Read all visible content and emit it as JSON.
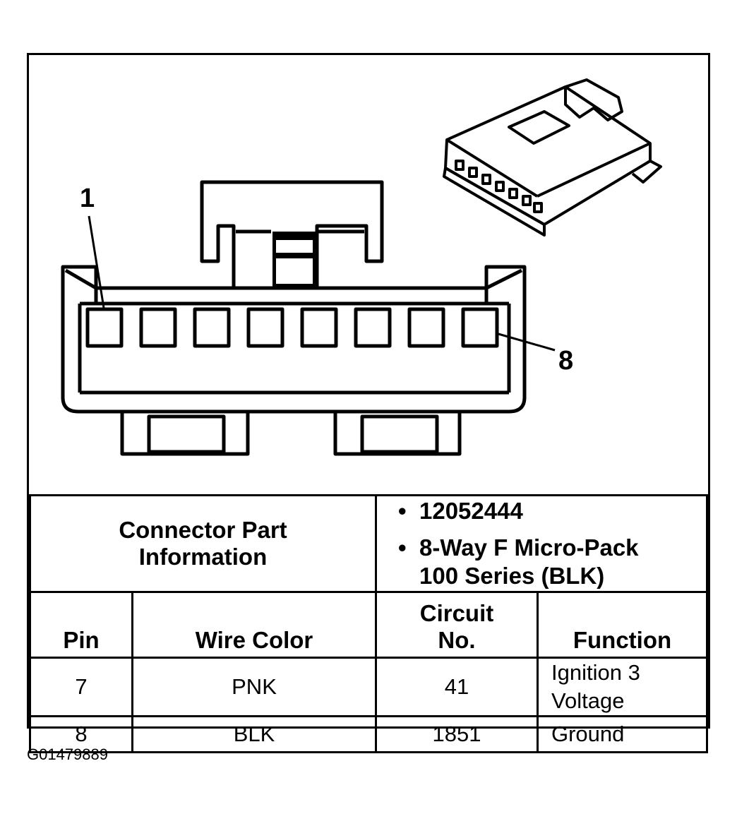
{
  "diagram": {
    "pin_first_label": "1",
    "pin_last_label": "8"
  },
  "connector_info": {
    "heading": "Connector Part Information",
    "part_number": "12052444",
    "description_line1": "8-Way F Micro-Pack",
    "description_line2": "100 Series (BLK)"
  },
  "table": {
    "headers": {
      "pin": "Pin",
      "wire_color": "Wire Color",
      "circuit": "Circuit No.",
      "function": "Function"
    },
    "rows": [
      {
        "pin": "7",
        "wire_color": "PNK",
        "circuit": "41",
        "function": "Ignition 3 Voltage"
      },
      {
        "pin": "8",
        "wire_color": "BLK",
        "circuit": "1851",
        "function": "Ground"
      }
    ]
  },
  "figure_id": "G01479889"
}
